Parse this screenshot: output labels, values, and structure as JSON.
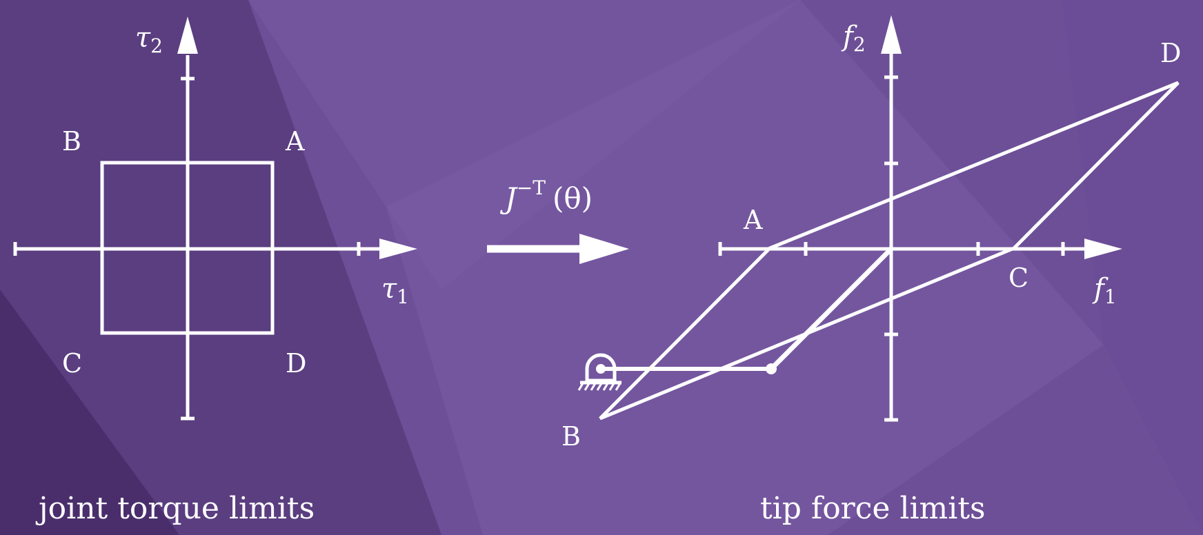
{
  "left_panel": {
    "caption": "joint torque limits",
    "axis_x_symbol": "τ",
    "axis_x_sub": "1",
    "axis_y_symbol": "τ",
    "axis_y_sub": "2",
    "corners": {
      "A": "A",
      "B": "B",
      "C": "C",
      "D": "D"
    }
  },
  "mapping": {
    "J": "J",
    "sup": "−T",
    "arg": "(θ)"
  },
  "right_panel": {
    "caption": "tip force limits",
    "axis_x_symbol": "f",
    "axis_x_sub": "1",
    "axis_y_symbol": "f",
    "axis_y_sub": "2",
    "corners": {
      "A": "A",
      "B": "B",
      "C": "C",
      "D": "D"
    }
  },
  "colors": {
    "background": "#6d4f97",
    "left_panel_shade": "#563a7c",
    "lines": "#ffffff"
  }
}
